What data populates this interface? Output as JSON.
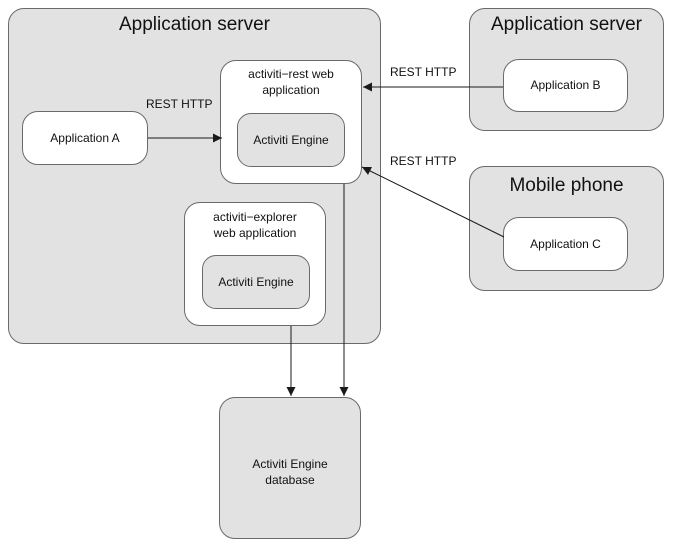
{
  "server_left": {
    "title": "Application server"
  },
  "server_right": {
    "title": "Application server"
  },
  "mobile": {
    "title": "Mobile phone"
  },
  "rest_app": {
    "label_line1": "activiti−rest web",
    "label_line2": "application"
  },
  "explorer_app": {
    "label_line1": "activiti−explorer",
    "label_line2": "web application"
  },
  "engine_rest": {
    "label": "Activiti Engine"
  },
  "engine_explorer": {
    "label": "Activiti Engine"
  },
  "app_a": {
    "label": "Application A"
  },
  "app_b": {
    "label": "Application B"
  },
  "app_c": {
    "label": "Application C"
  },
  "database": {
    "label_line1": "Activiti Engine",
    "label_line2": "database"
  },
  "edges": {
    "a_to_rest": "REST HTTP",
    "b_to_rest": "REST HTTP",
    "c_to_rest": "REST HTTP"
  }
}
